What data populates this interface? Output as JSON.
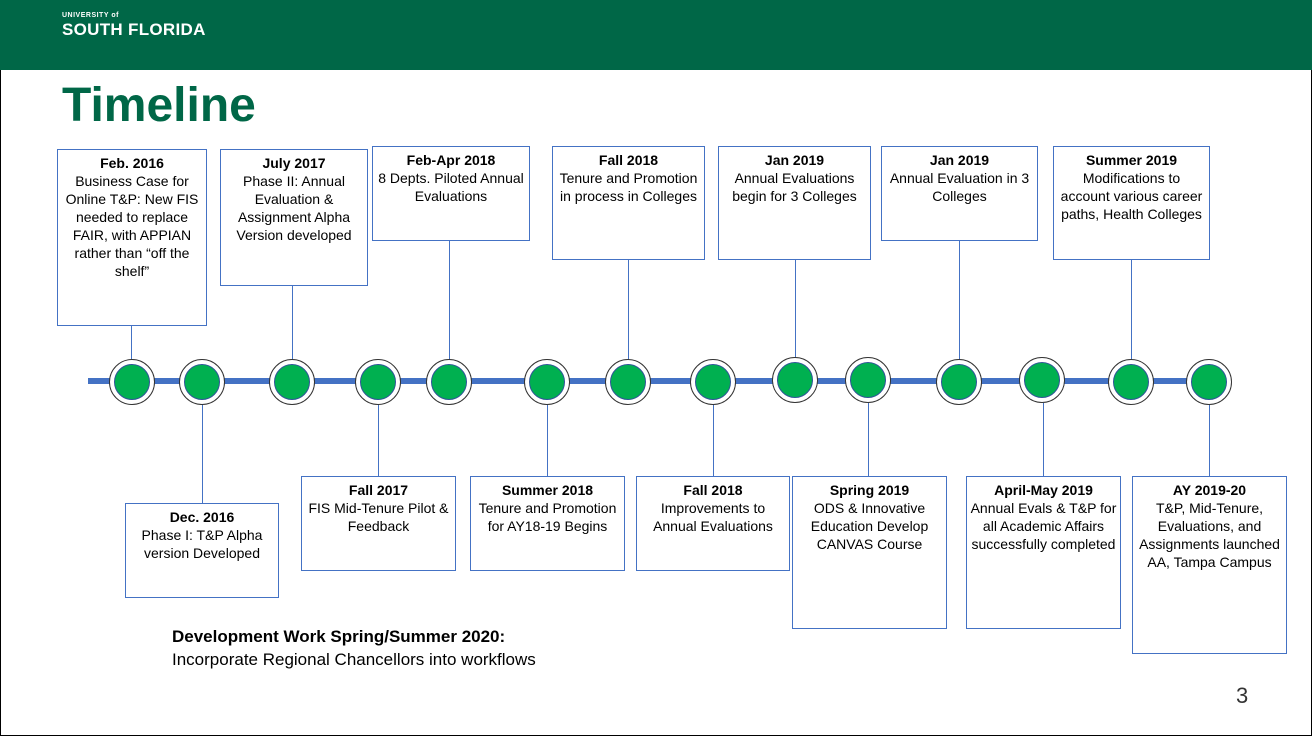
{
  "logo": {
    "top": "UNIVERSITY of",
    "main": "SOUTH FLORIDA"
  },
  "title": "Timeline",
  "top_events": [
    {
      "title": "Feb. 2016",
      "text": "Business Case for Online T&P: New FIS needed to replace FAIR, with APPIAN rather than “off the shelf”"
    },
    {
      "title": "July 2017",
      "text": "Phase II: Annual Evaluation & Assignment Alpha Version developed"
    },
    {
      "title": "Feb-Apr 2018",
      "text": "8 Depts. Piloted Annual Evaluations"
    },
    {
      "title": "Fall 2018",
      "text": "Tenure and Promotion in process in Colleges"
    },
    {
      "title": "Jan 2019",
      "text": "Annual Evaluations begin for 3 Colleges"
    },
    {
      "title": "Jan 2019",
      "text": "Annual Evaluation in 3 Colleges"
    },
    {
      "title": "Summer 2019",
      "text": "Modifications to account various career paths, Health Colleges"
    }
  ],
  "bottom_events": [
    {
      "title": "Dec. 2016",
      "text": "Phase I: T&P Alpha version Developed"
    },
    {
      "title": "Fall 2017",
      "text": "FIS Mid-Tenure Pilot & Feedback"
    },
    {
      "title": "Summer 2018",
      "text": "Tenure and Promotion for AY18-19 Begins"
    },
    {
      "title": "Fall 2018",
      "text": "Improvements to Annual Evaluations"
    },
    {
      "title": "Spring 2019",
      "text": "ODS & Innovative Education Develop CANVAS Course"
    },
    {
      "title": "April-May 2019",
      "text": "Annual Evals & T&P for all Academic Affairs successfully completed"
    },
    {
      "title": "AY 2019-20",
      "text": "T&P, Mid-Tenure, Evaluations, and Assignments launched AA, Tampa Campus"
    }
  ],
  "dev_work": {
    "title": "Development Work Spring/Summer 2020:",
    "text": "Incorporate Regional Chancellors into workflows"
  },
  "page_number": "3",
  "colors": {
    "brand_green": "#006747",
    "node_green": "#00b050",
    "axis_blue": "#4472c4"
  }
}
